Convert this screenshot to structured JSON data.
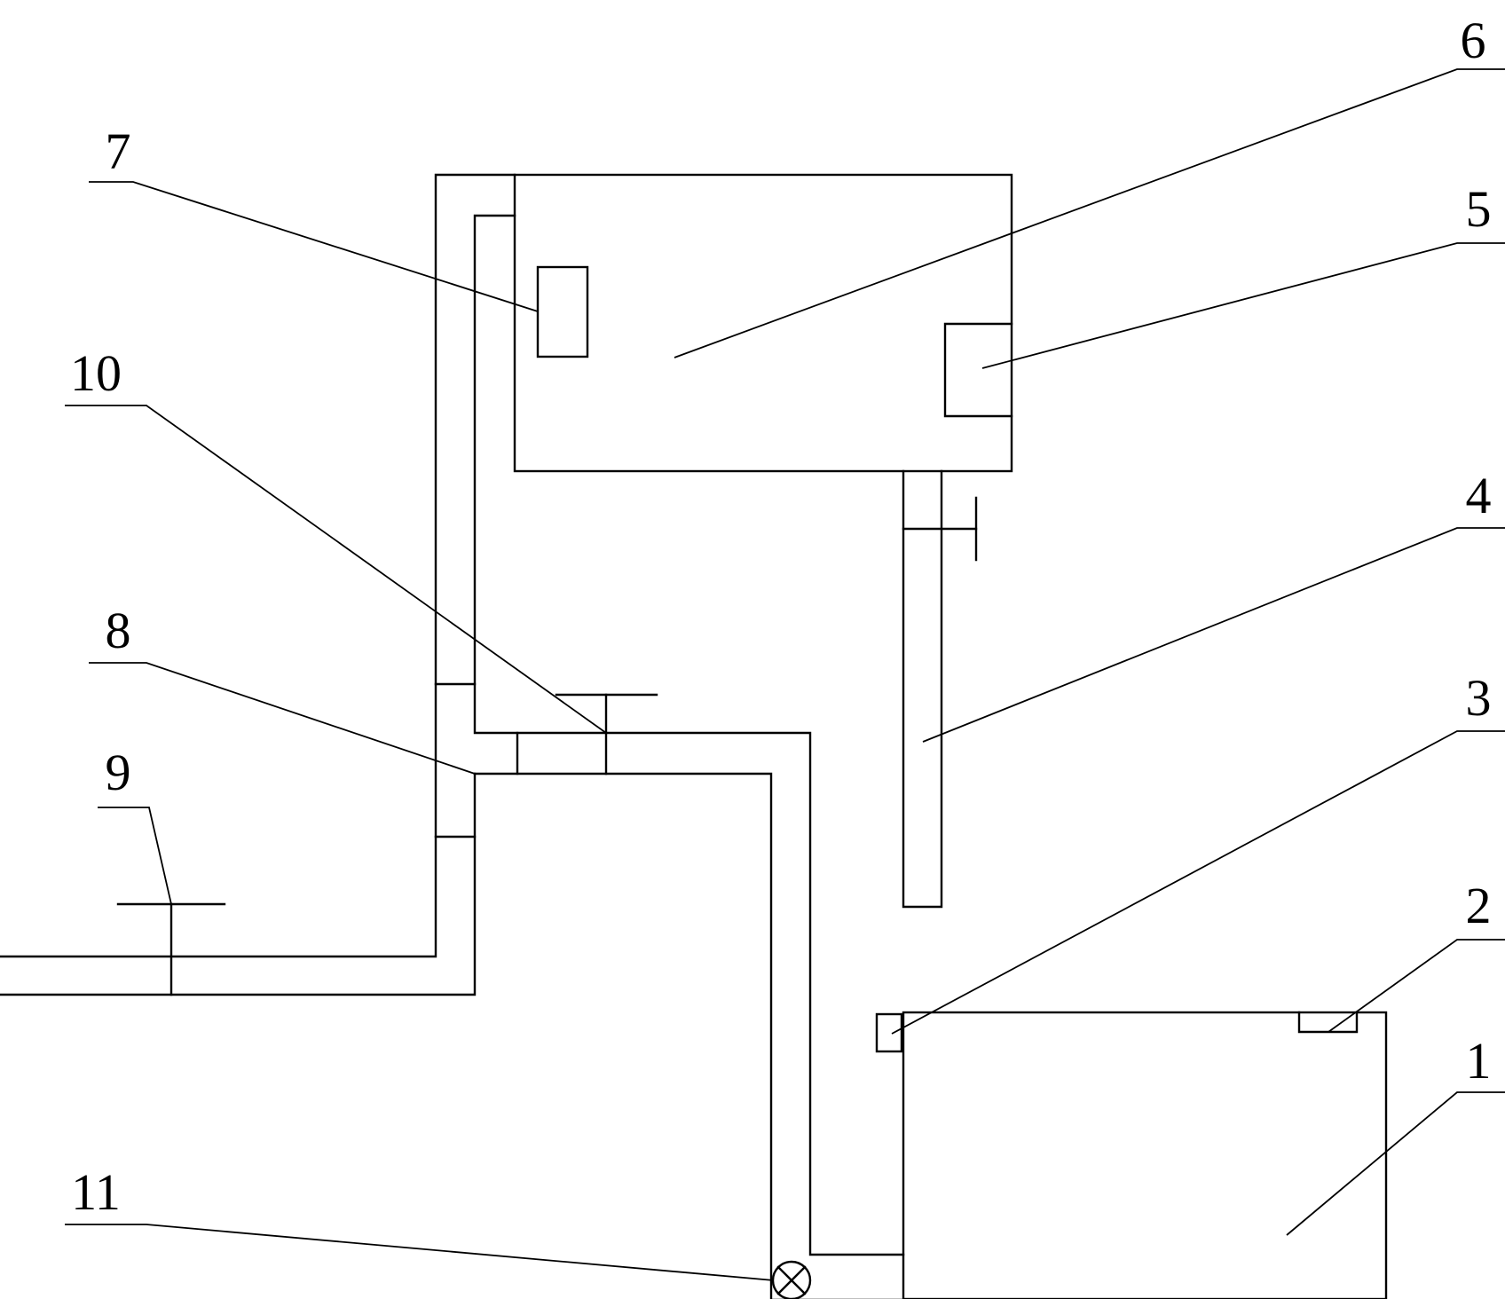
{
  "labels": {
    "n1": "1",
    "n2": "2",
    "n3": "3",
    "n4": "4",
    "n5": "5",
    "n6": "6",
    "n7": "7",
    "n8": "8",
    "n9": "9",
    "n10": "10",
    "n11": "11"
  },
  "colors": {
    "line": "#000000",
    "background": "#ffffff"
  }
}
